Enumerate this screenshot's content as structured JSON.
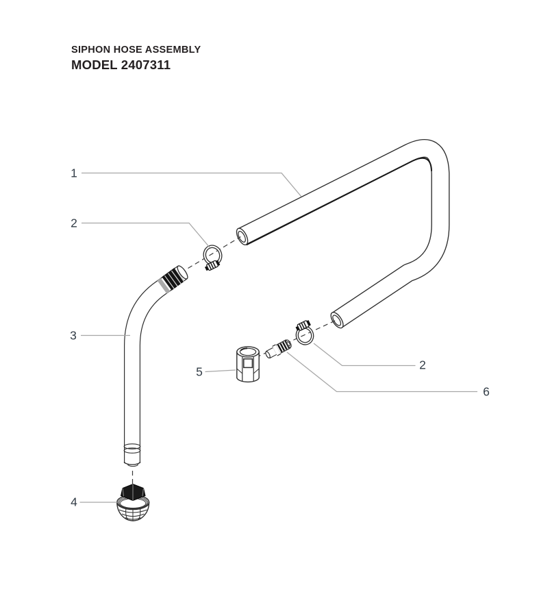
{
  "title": {
    "product": "SIPHON HOSE ASSEMBLY",
    "model": "MODEL 2407311"
  },
  "callouts": [
    {
      "label": "1",
      "part": "siphon-hose"
    },
    {
      "label": "2",
      "part": "hose-clamp-upper"
    },
    {
      "label": "3",
      "part": "suction-tube"
    },
    {
      "label": "4",
      "part": "inlet-strainer"
    },
    {
      "label": "5",
      "part": "swivel-coupling"
    },
    {
      "label": "2",
      "part": "hose-clamp-lower"
    },
    {
      "label": "6",
      "part": "barb-fitting"
    }
  ],
  "colors": {
    "background": "#ffffff",
    "line_art": "#2d2d2d",
    "leader_line": "#a7a7a7",
    "callout_text": "#323c46",
    "title_text": "#231f20"
  }
}
